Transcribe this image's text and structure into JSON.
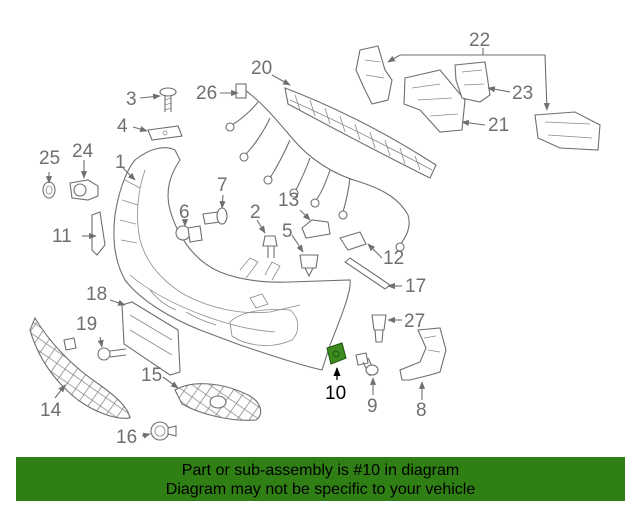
{
  "diagram": {
    "callouts": [
      "1",
      "2",
      "3",
      "4",
      "5",
      "6",
      "7",
      "8",
      "9",
      "10",
      "11",
      "12",
      "13",
      "14",
      "15",
      "16",
      "17",
      "18",
      "19",
      "20",
      "21",
      "22",
      "23",
      "24",
      "25",
      "26",
      "27"
    ],
    "highlighted_callout": "10",
    "highlight_color": "#3d8b1e"
  },
  "banner": {
    "line1": "Part or sub-assembly is #10 in diagram",
    "line2": "Diagram may not be specific to your vehicle",
    "background": "#2f7f14"
  }
}
